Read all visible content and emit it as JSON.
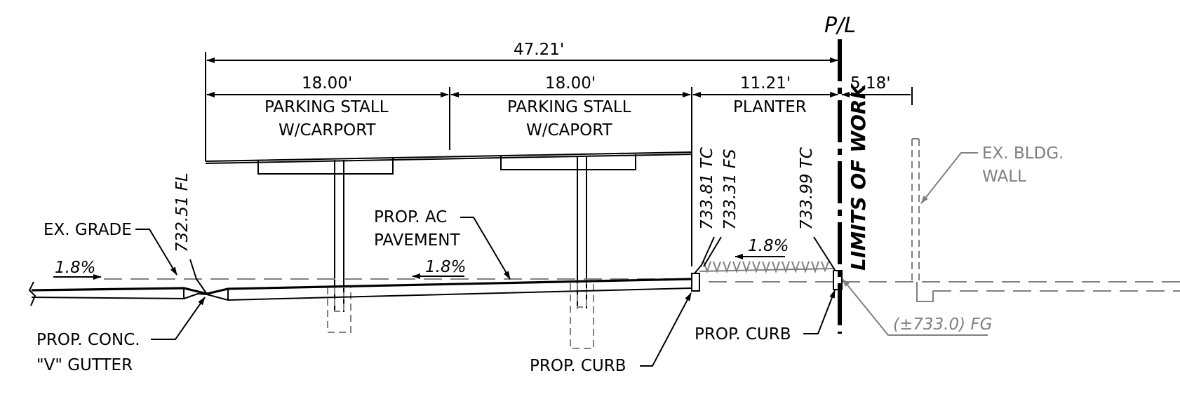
{
  "drawing": {
    "property_line": "P/L",
    "limits_of_work": "LIMITS OF WORK",
    "dimensions": {
      "overall": "47.21'",
      "stall_1": "18.00'",
      "stall_2": "18.00'",
      "planter": "11.21'",
      "offset": "5.18'"
    },
    "zones": {
      "stall_1": [
        "PARKING STALL",
        "W/CARPORT"
      ],
      "stall_2": [
        "PARKING STALL",
        "W/CAPORT"
      ],
      "planter": "PLANTER"
    },
    "elevations": {
      "fl": "732.51 FL",
      "tc_1": "733.81 TC",
      "fs": "733.31 FS",
      "tc_2": "733.99 TC"
    },
    "slopes": {
      "left": "1.8%",
      "pavement": "1.8%",
      "planter": "1.8%"
    },
    "callouts": {
      "ex_grade": "EX. GRADE",
      "ac_pavement": [
        "PROP. AC",
        "PAVEMENT"
      ],
      "v_gutter": [
        "PROP. CONC.",
        "\"V\" GUTTER"
      ],
      "curb_1": "PROP. CURB",
      "curb_2": "PROP. CURB",
      "bldg_wall": [
        "EX. BLDG.",
        "WALL"
      ],
      "finish_grade": "(±733.0) FG"
    }
  }
}
